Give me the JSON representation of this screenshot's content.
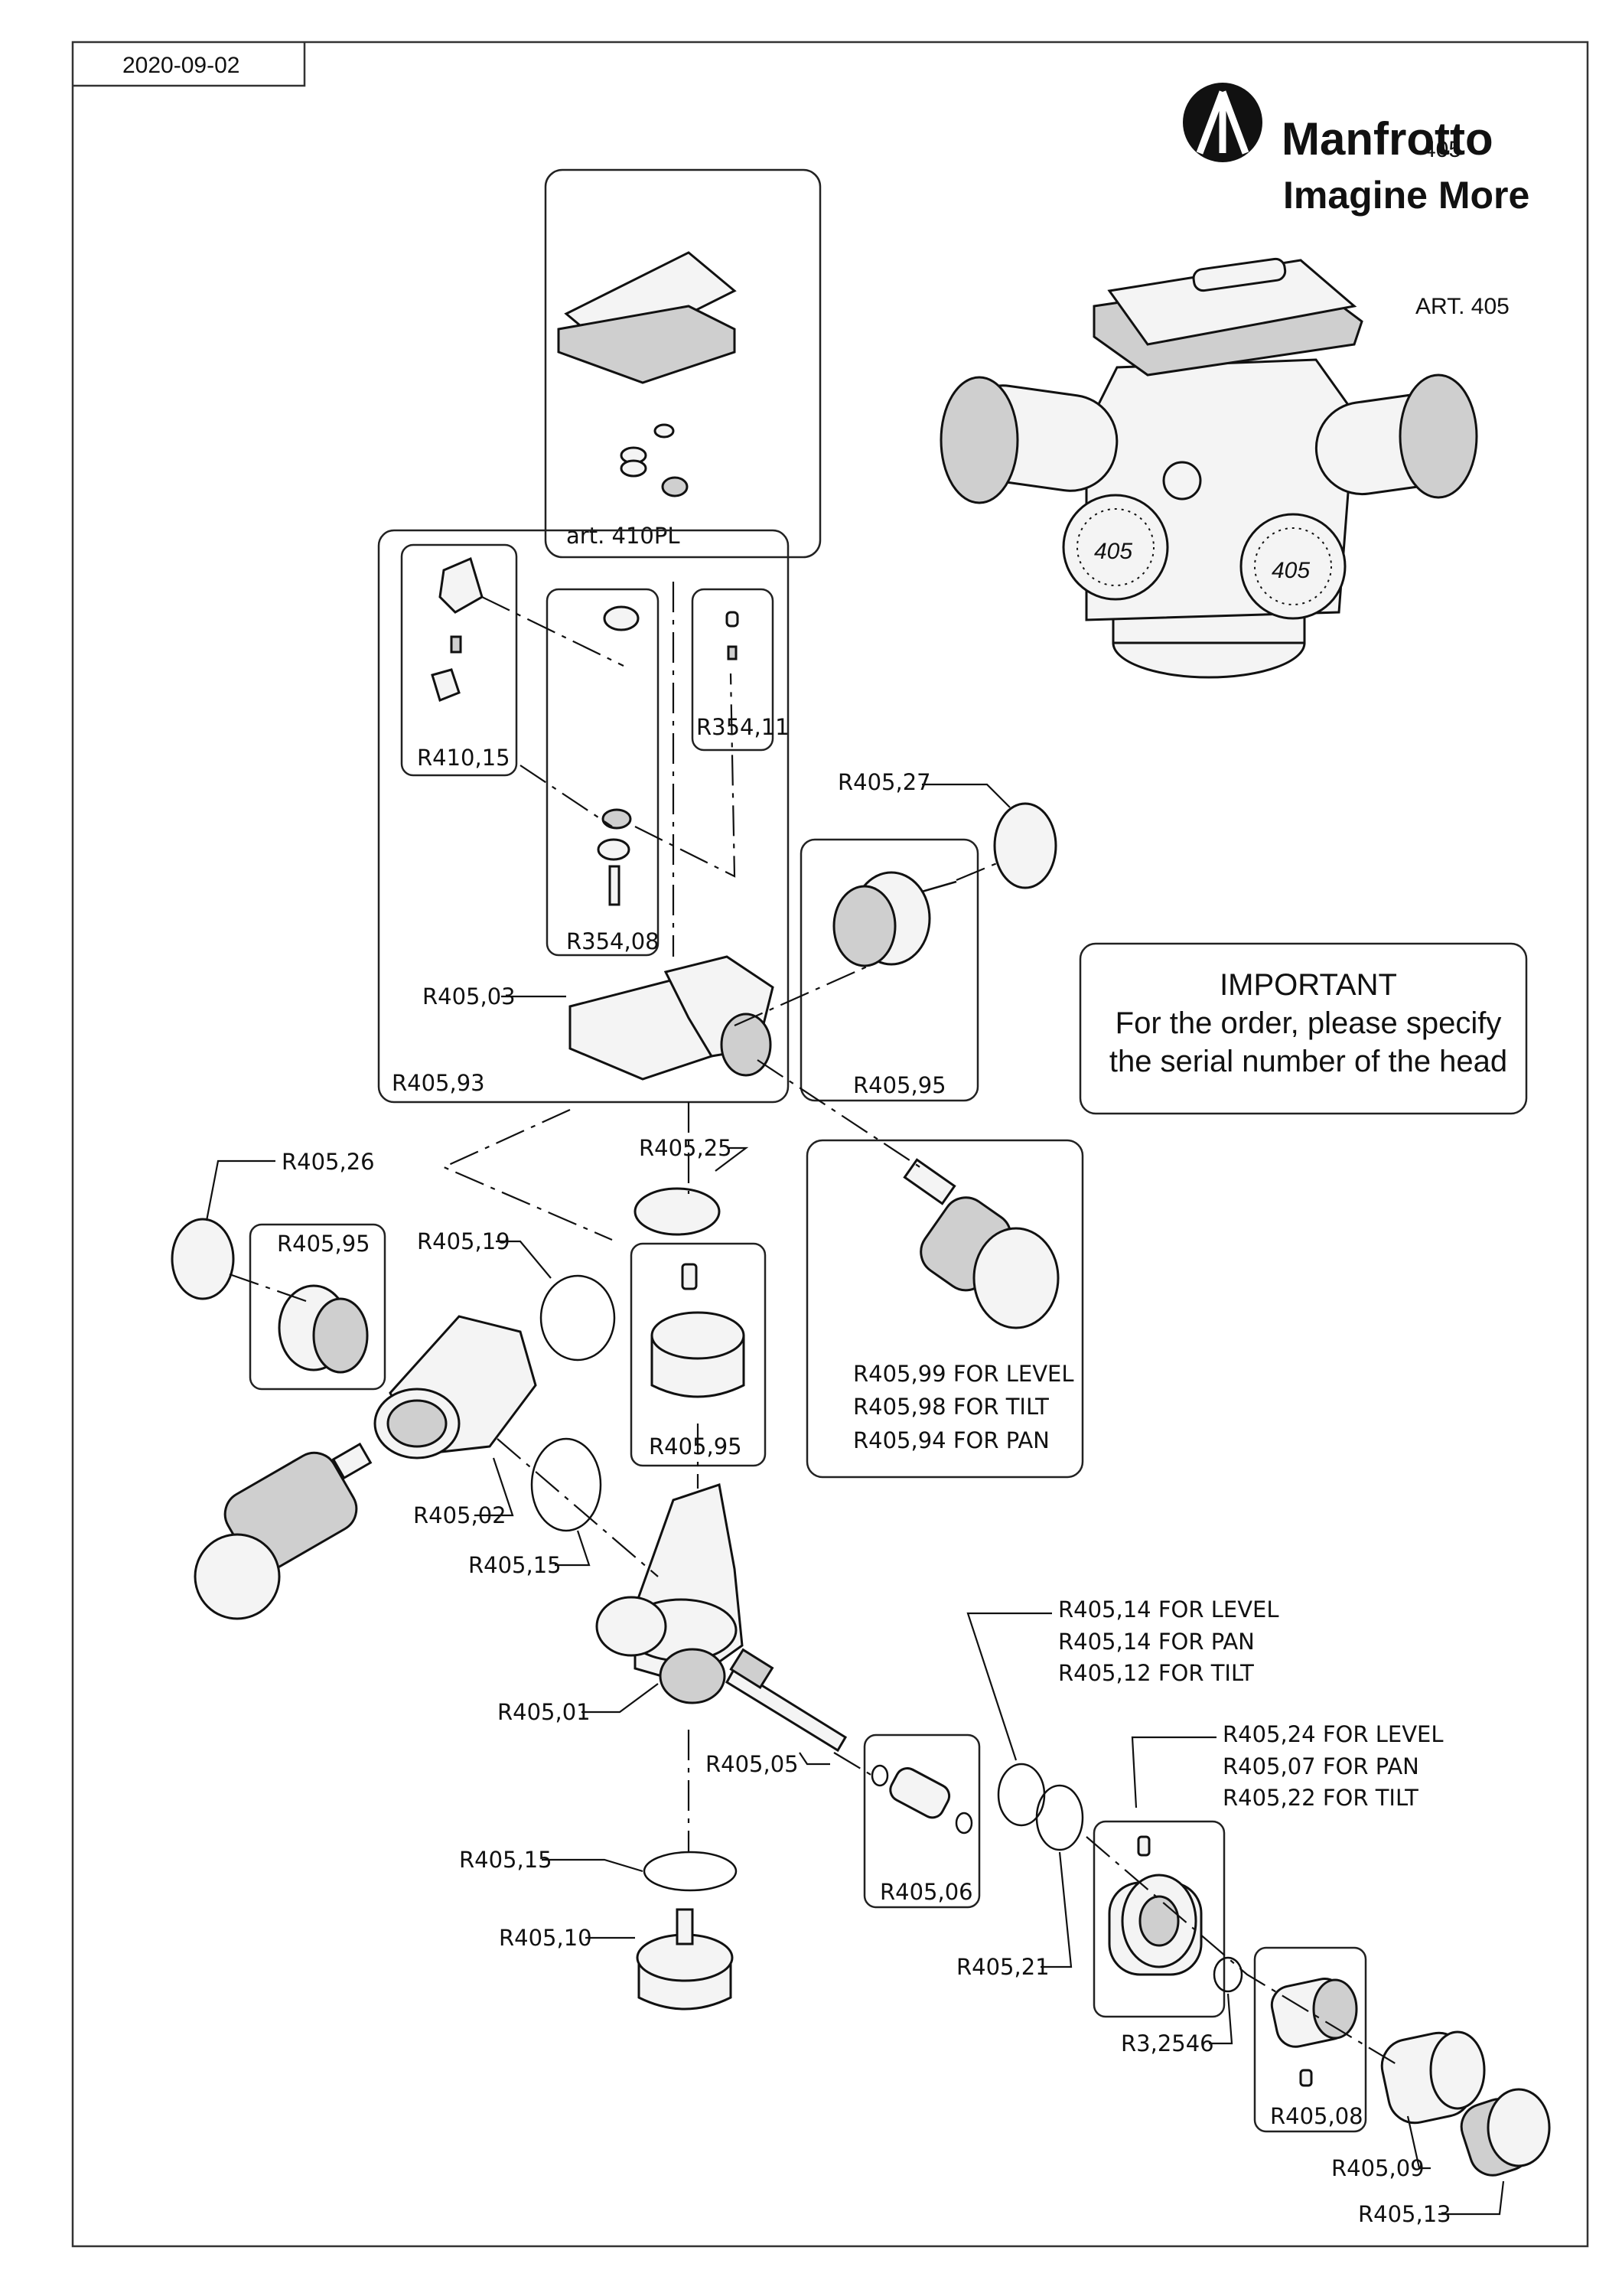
{
  "header": {
    "date": "2020-09-02"
  },
  "brand": {
    "name": "Manfrotto",
    "tagline": "Imagine More",
    "overlay": "405",
    "icon": "manfrotto-logo-icon"
  },
  "model": {
    "art": "ART. 405"
  },
  "notice": {
    "title": "IMPORTANT",
    "line1": "For the order, please specify",
    "line2": "the serial number of the head"
  },
  "labels": {
    "art410pl": "art. 410PL",
    "r410_15": "R410,15",
    "r354_11": "R354,11",
    "r354_08": "R354,08",
    "r405_03": "R405,03",
    "r405_93": "R405,93",
    "r405_27": "R405,27",
    "r405_95_top": "R405,95",
    "r405_26": "R405,26",
    "r405_95_left": "R405,95",
    "r405_19": "R405,19",
    "r405_25": "R405,25",
    "r405_95_mid": "R405,95",
    "knob_level": "R405,99 FOR LEVEL",
    "knob_tilt": "R405,98 FOR TILT",
    "knob_pan": "R405,94 FOR PAN",
    "r405_02": "R405,02",
    "r405_15_a": "R405,15",
    "r405_01": "R405,01",
    "r405_05": "R405,05",
    "r405_15_b": "R405,15",
    "r405_10": "R405,10",
    "r405_06": "R405,06",
    "r405_21": "R405,21",
    "spring_level": "R405,14 FOR LEVEL",
    "spring_pan": "R405,14 FOR PAN",
    "spring_tilt": "R405,12 FOR TILT",
    "hub_level": "R405,24 FOR LEVEL",
    "hub_pan": "R405,07 FOR PAN",
    "hub_tilt": "R405,22 FOR TILT",
    "r3_2546": "R3,2546",
    "r405_08": "R405,08",
    "r405_09": "R405,09",
    "r405_13": "R405,13"
  },
  "dials": {
    "value": "405"
  }
}
